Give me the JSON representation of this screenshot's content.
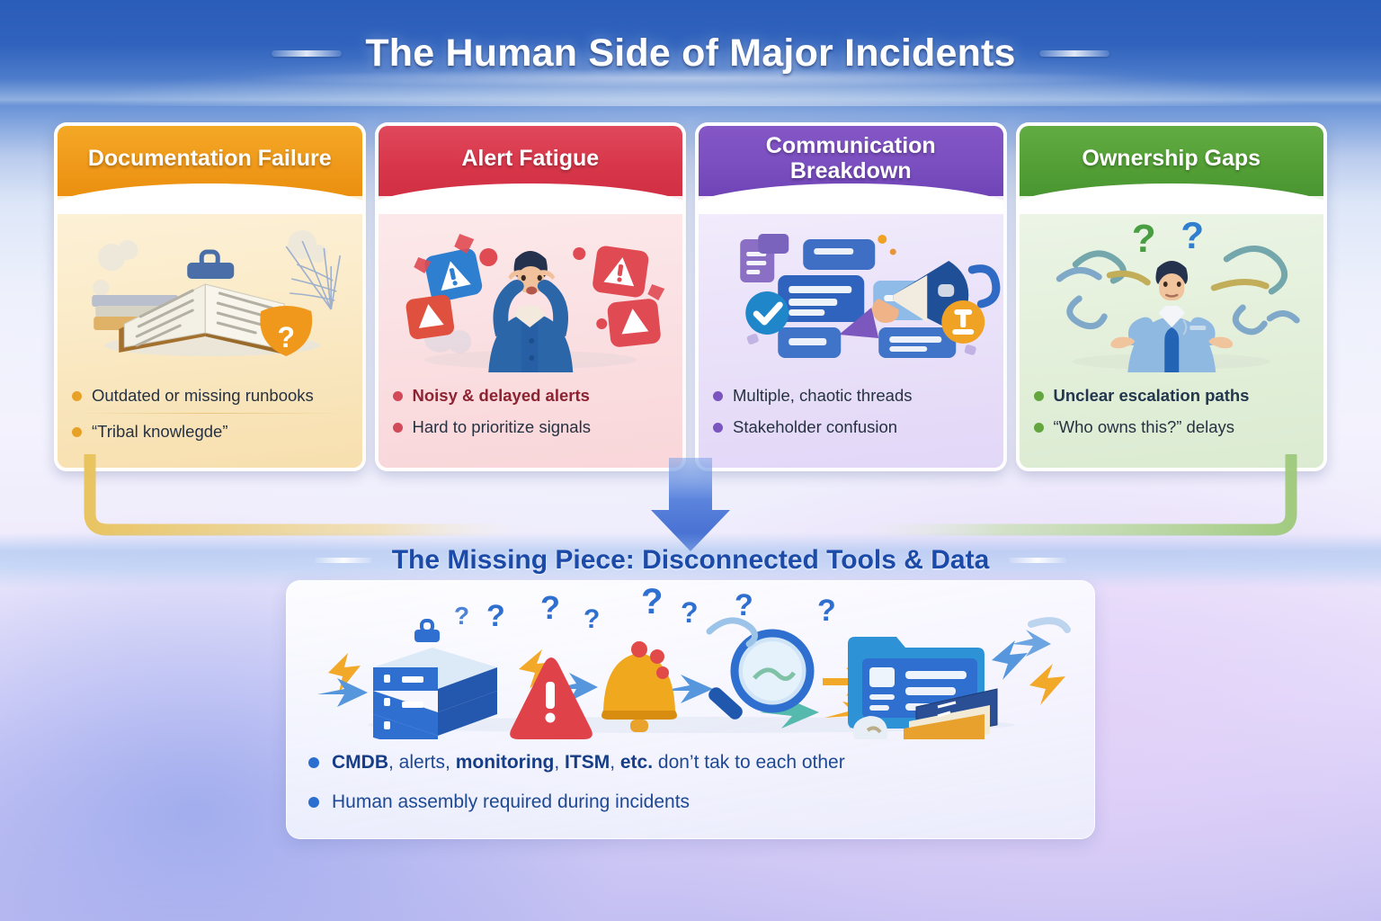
{
  "banner": {
    "title": "The Human Side of Major Incidents",
    "left_dash": "decorative-dash",
    "right_dash": "decorative-dash"
  },
  "colors": {
    "documentation_header": "#f0991a",
    "alert_header": "#d8374a",
    "communication_header": "#7b4fc0",
    "ownership_header": "#54a036",
    "bottom_accent": "#1b4aa8",
    "banner_blue": "#2a5cb9",
    "connector_left": "#e8c25a",
    "connector_right": "#9ec97a",
    "arrow_blue": "#4a74d4"
  },
  "cards": [
    {
      "id": "documentation-failure",
      "title": "Documentation Failure",
      "illustration": "open-runbook-with-cobweb-and-question-shield",
      "bullets": [
        {
          "text": "Outdated or missing runbooks",
          "bold": false
        },
        {
          "text": "“Tribal knowlegde”",
          "bold": false
        }
      ],
      "divider_after_first": true
    },
    {
      "id": "alert-fatigue",
      "title": "Alert Fatigue",
      "illustration": "stressed-person-surrounded-by-alert-icons",
      "bullets": [
        {
          "text": "Noisy & delayed alerts",
          "bold": true
        },
        {
          "text": "Hard to prioritize signals",
          "bold": false
        }
      ],
      "divider_after_first": false
    },
    {
      "id": "communication-breakdown",
      "title": "Communication Breakdown",
      "illustration": "chat-bubbles-megaphone-check-and-warning-badges",
      "bullets": [
        {
          "text": "Multiple, chaotic threads",
          "bold": false
        },
        {
          "text": "Stakeholder confusion",
          "bold": false
        }
      ],
      "divider_after_first": false
    },
    {
      "id": "ownership-gaps",
      "title": "Ownership Gaps",
      "illustration": "shrugging-person-with-question-marks-and-tangles",
      "bullets": [
        {
          "text": "Unclear escalation paths",
          "bold": true
        },
        {
          "text": "“Who owns this?” delays",
          "bold": false
        }
      ],
      "divider_after_first": false
    }
  ],
  "bottom": {
    "heading": "The Missing Piece: Disconnected Tools & Data",
    "illustration": "server-stack-warning-bell-magnifier-folder-books-with-question-marks",
    "bullets": [
      {
        "id": "tools-dont-talk",
        "segments": [
          {
            "text": "CMDB",
            "bold": true
          },
          {
            "text": ", alerts, ",
            "bold": false
          },
          {
            "text": "monitoring",
            "bold": true
          },
          {
            "text": ", ",
            "bold": false
          },
          {
            "text": "ITSM",
            "bold": true
          },
          {
            "text": ", ",
            "bold": false
          },
          {
            "text": "etc.",
            "bold": true
          },
          {
            "text": " don’t tak to each other",
            "bold": false
          }
        ]
      },
      {
        "id": "human-assembly",
        "segments": [
          {
            "text": "Human assembly required during incidents",
            "bold": false
          }
        ]
      }
    ]
  }
}
